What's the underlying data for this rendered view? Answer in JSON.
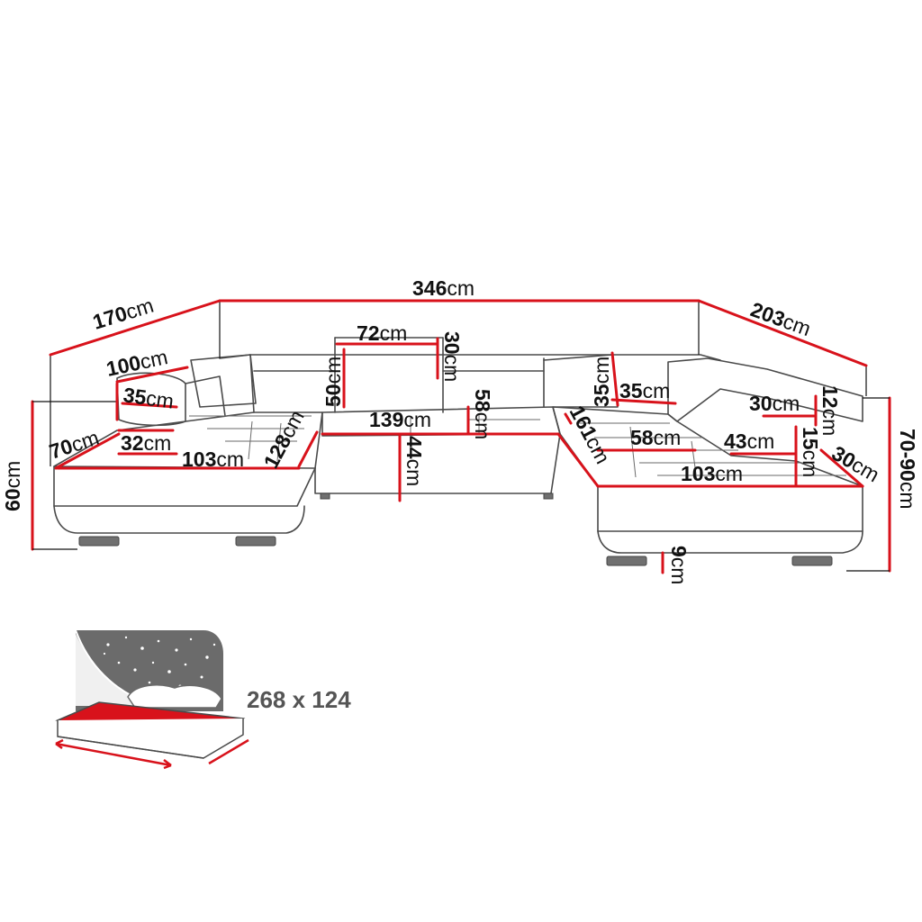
{
  "dimensions": {
    "left_depth": {
      "num": "170",
      "unit": "cm"
    },
    "total_width": {
      "num": "346",
      "unit": "cm"
    },
    "right_depth": {
      "num": "203",
      "unit": "cm"
    },
    "headrest_width": {
      "num": "72",
      "unit": "cm"
    },
    "headrest_height": {
      "num": "30",
      "unit": "cm"
    },
    "backrest_height": {
      "num": "50",
      "unit": "cm"
    },
    "left_arm_length": {
      "num": "100",
      "unit": "cm"
    },
    "left_arm_height": {
      "num": "35",
      "unit": "cm"
    },
    "left_seat_front": {
      "num": "70",
      "unit": "cm"
    },
    "left_arm_width": {
      "num": "32",
      "unit": "cm"
    },
    "left_seat_depth": {
      "num": "103",
      "unit": "cm"
    },
    "left_seat_length": {
      "num": "128",
      "unit": "cm"
    },
    "middle_seat_width": {
      "num": "139",
      "unit": "cm"
    },
    "middle_seat_depth": {
      "num": "58",
      "unit": "cm"
    },
    "seat_height": {
      "num": "44",
      "unit": "cm"
    },
    "right_back_height": {
      "num": "35",
      "unit": "cm"
    },
    "right_back_width": {
      "num": "35",
      "unit": "cm"
    },
    "right_seat_length": {
      "num": "161",
      "unit": "cm"
    },
    "right_seat_depth_small": {
      "num": "58",
      "unit": "cm"
    },
    "right_seat_depth": {
      "num": "103",
      "unit": "cm"
    },
    "right_headrest_width": {
      "num": "30",
      "unit": "cm"
    },
    "right_headrest_height": {
      "num": "12",
      "unit": "cm"
    },
    "right_arm_width": {
      "num": "43",
      "unit": "cm"
    },
    "right_arm_height": {
      "num": "15",
      "unit": "cm"
    },
    "right_arm_end": {
      "num": "30",
      "unit": "cm"
    },
    "left_total_height": {
      "num": "60",
      "unit": "cm"
    },
    "right_total_height": {
      "num": "70-90",
      "unit": "cm"
    },
    "leg_height": {
      "num": "9",
      "unit": "cm"
    }
  },
  "bed_size": "268 x 124",
  "colors": {
    "dimension_line": "#d8121b",
    "outline": "#4a4a4a",
    "bed_surface": "#d8121b",
    "backdrop": "#6b6b6b"
  }
}
